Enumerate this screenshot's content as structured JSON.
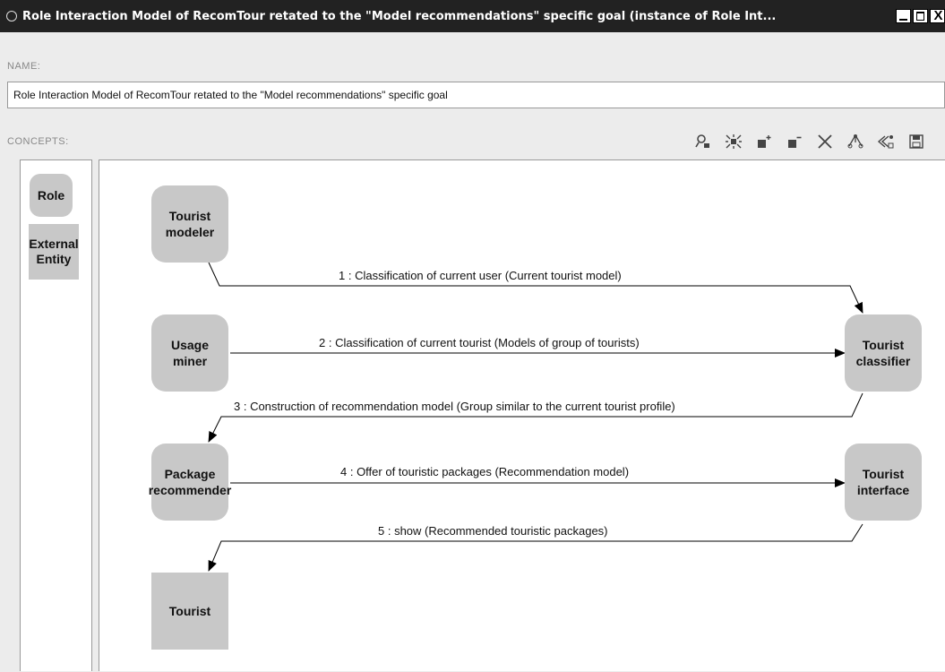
{
  "window": {
    "title": "Role Interaction Model of RecomTour retated to the \"Model recommendations\" specific goal  (instance of Role Int...",
    "minimize_label": "_",
    "close_label": "X"
  },
  "name_section": {
    "label": "NAME:",
    "value": "Role Interaction Model of RecomTour retated to the \"Model recommendations\" specific goal"
  },
  "concepts_section": {
    "label": "CONCEPTS:",
    "palette": [
      {
        "label": "Role",
        "shape": "rounded"
      },
      {
        "label": "External\nEntity",
        "shape": "rect"
      }
    ]
  },
  "toolbar": {
    "icons": [
      "zoom-person-icon",
      "fit-icon",
      "add-node-icon",
      "remove-node-icon",
      "delete-icon",
      "layout-tree-icon",
      "share-icon",
      "save-icon"
    ]
  },
  "diagram": {
    "nodes": [
      {
        "id": "tourist-modeler",
        "label": "Tourist\nmodeler",
        "type": "role"
      },
      {
        "id": "usage-miner",
        "label": "Usage\nminer",
        "type": "role"
      },
      {
        "id": "package-recommender",
        "label": "Package\nrecommender",
        "type": "role"
      },
      {
        "id": "tourist",
        "label": "Tourist",
        "type": "external"
      },
      {
        "id": "tourist-classifier",
        "label": "Tourist\nclassifier",
        "type": "role"
      },
      {
        "id": "tourist-interface",
        "label": "Tourist\ninterface",
        "type": "role"
      }
    ],
    "messages": [
      {
        "label": "1 : Classification of current user (Current tourist model)",
        "from": "tourist-modeler",
        "to": "tourist-classifier"
      },
      {
        "label": "2 : Classification of current tourist (Models of group of tourists)",
        "from": "usage-miner",
        "to": "tourist-classifier"
      },
      {
        "label": "3 : Construction of recommendation model  (Group similar to the current tourist profile)",
        "from": "tourist-classifier",
        "to": "package-recommender"
      },
      {
        "label": "4 : Offer of touristic packages (Recommendation model)",
        "from": "package-recommender",
        "to": "tourist-interface"
      },
      {
        "label": "5 : show (Recommended touristic packages)",
        "from": "tourist-interface",
        "to": "tourist"
      }
    ]
  }
}
